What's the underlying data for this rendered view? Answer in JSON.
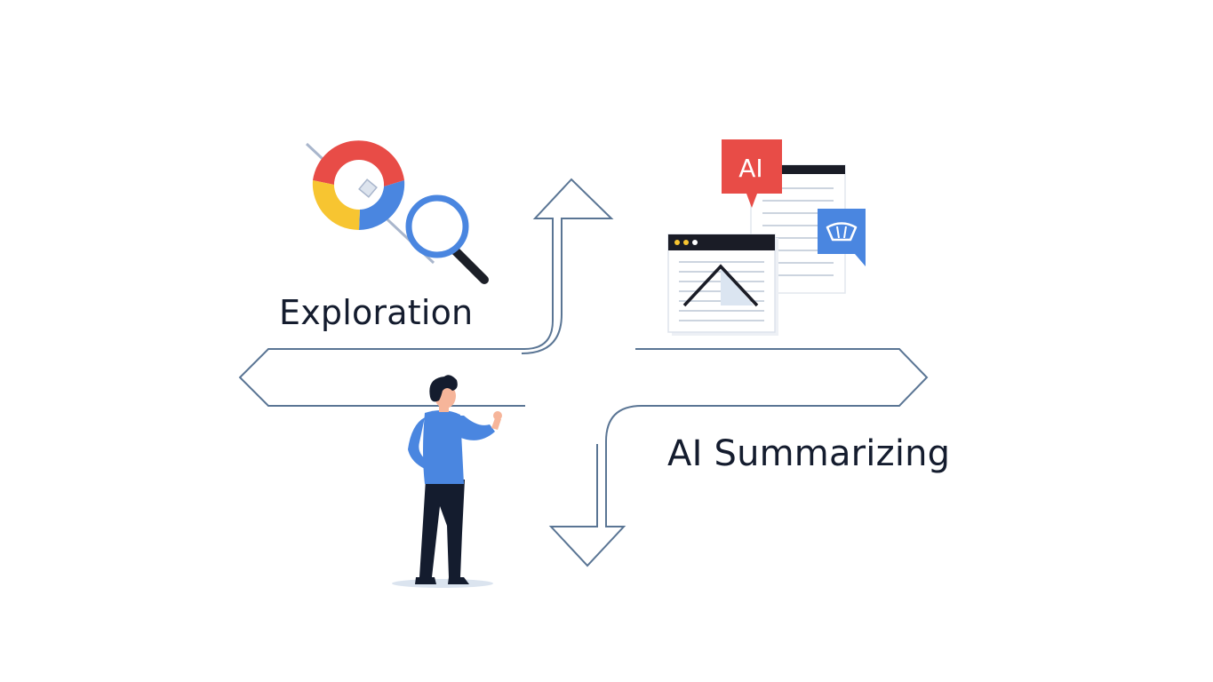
{
  "labels": {
    "exploration": "Exploration",
    "ai_summarizing": "AI Summarizing"
  },
  "badges": {
    "ai": "AI"
  },
  "icons": {
    "exploration": "colored-ring-with-magnifier-icon",
    "documents": "stacked-documents-icon",
    "ai_badge": "ai-speech-bubble-icon",
    "chat_badge": "chat-bubble-icon",
    "person": "person-illustration"
  },
  "colors": {
    "arrow_stroke": "#5a7594",
    "text": "#141c2e",
    "accent_blue": "#4a86e0",
    "red": "#e84c47",
    "yellow": "#f7c531",
    "dark_navy": "#141c2e"
  }
}
